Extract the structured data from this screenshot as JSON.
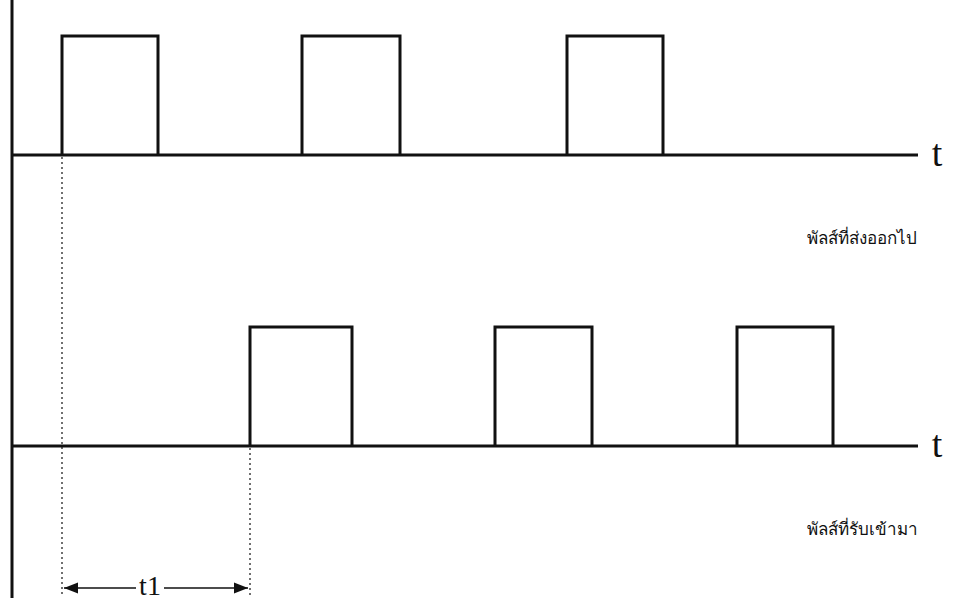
{
  "diagram": {
    "labels": [
      "t",
      "พัลส์ที่ส่งออกไป",
      "t",
      "พัลส์ที่รับเข้ามา",
      "t1"
    ]
  }
}
